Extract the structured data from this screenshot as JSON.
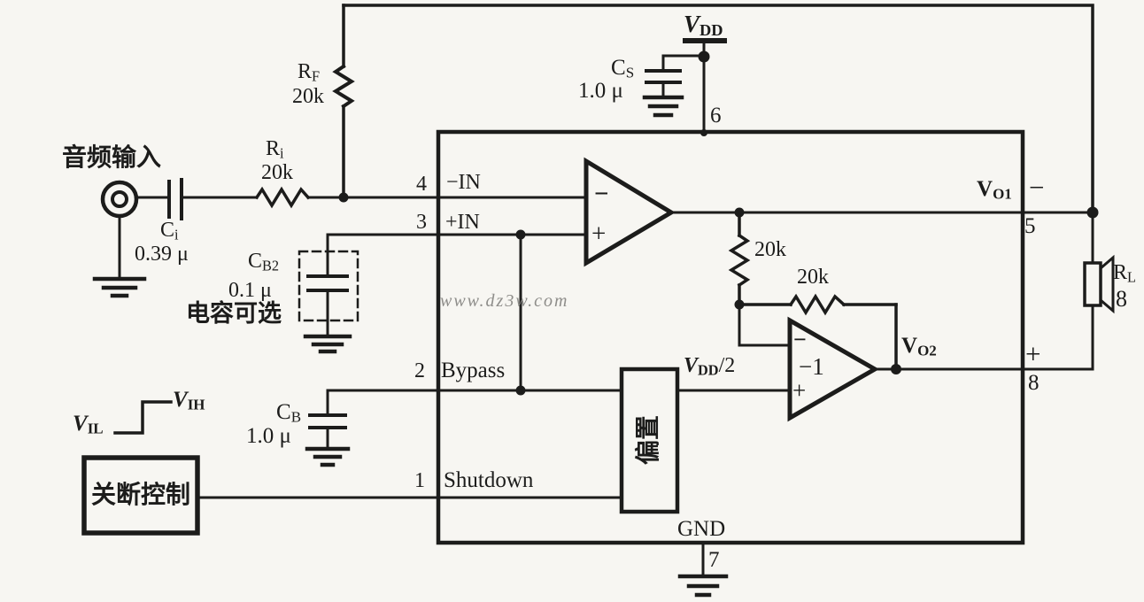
{
  "colors": {
    "background": "#f7f6f2",
    "ink": "#1c1c1b",
    "watermark": "#8e8d8a"
  },
  "watermark": {
    "text": "www.dz3w.com"
  },
  "audio_input": {
    "label": "音频输入"
  },
  "rf": {
    "base": "R",
    "sub": "F",
    "value": "20k"
  },
  "ri": {
    "base": "R",
    "sub": "i",
    "value": "20k"
  },
  "ci": {
    "base": "C",
    "sub": "i",
    "value": "0.39 μ"
  },
  "cb2": {
    "base": "C",
    "sub": "B2",
    "value": "0.1 μ",
    "note": "电容可选"
  },
  "cs": {
    "base": "C",
    "sub": "S",
    "value": "1.0 μ"
  },
  "cb": {
    "base": "C",
    "sub": "B",
    "value": "1.0 μ"
  },
  "vdd": {
    "base": "V",
    "sub": "DD"
  },
  "vdd_half": {
    "base": "V",
    "sub": "DD",
    "suffix": "/2"
  },
  "vo1": {
    "base": "V",
    "sub": "O1"
  },
  "vo2": {
    "base": "V",
    "sub": "O2"
  },
  "rl": {
    "base": "R",
    "sub": "L",
    "value": "8"
  },
  "pins": {
    "p4": {
      "num": "4",
      "label": "−IN"
    },
    "p3": {
      "num": "3",
      "label": "+IN"
    },
    "p2": {
      "num": "2",
      "label": "Bypass"
    },
    "p1": {
      "num": "1",
      "label": "Shutdown"
    },
    "p5": {
      "num": "5",
      "polarity": "−"
    },
    "p8": {
      "num": "8",
      "polarity": "+"
    },
    "p6": {
      "num": "6"
    },
    "p7": {
      "num": "7",
      "label": "GND"
    }
  },
  "opamp1": {
    "minus": "−",
    "plus": "+"
  },
  "opamp2": {
    "minus": "−",
    "plus": "+",
    "gain": "−1"
  },
  "internal_resistors": {
    "r1": "20k",
    "r2": "20k"
  },
  "bias_block": {
    "label": "偏置"
  },
  "shutdown_control": {
    "label": "关断控制",
    "vil": {
      "base": "V",
      "sub": "IL"
    },
    "vih": {
      "base": "V",
      "sub": "IH"
    }
  }
}
